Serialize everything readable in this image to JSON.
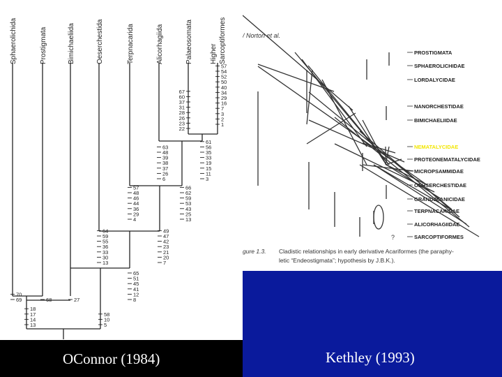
{
  "left_panel": {
    "taxa": [
      "Sphaerolichida",
      "Prostigmata",
      "Bimichaeliida",
      "Oeserchestida",
      "Terpnacarida",
      "Alicorhagiida",
      "Palaeosomata",
      "Higher Sarcoptiformes"
    ],
    "node_characters": {
      "root": [
        "18",
        "17",
        "14",
        "13"
      ],
      "oes_base": [
        "58",
        "10",
        "5"
      ],
      "sph": [
        "70",
        "69"
      ],
      "pro": [
        "68"
      ],
      "bim": [
        "27"
      ],
      "n_a": [
        "65",
        "51",
        "45",
        "41",
        "12",
        "8"
      ],
      "oes": [
        "64",
        "59",
        "55",
        "36",
        "33",
        "30",
        "13"
      ],
      "n_b": [
        "49",
        "47",
        "42",
        "23",
        "21",
        "20",
        "7"
      ],
      "ter": [
        "57",
        "48",
        "46",
        "44",
        "36",
        "29",
        "4"
      ],
      "n_c": [
        "66",
        "62",
        "59",
        "53",
        "43",
        "25",
        "13"
      ],
      "ali": [
        "63",
        "48",
        "39",
        "38",
        "37",
        "26",
        "6"
      ],
      "n_d": [
        "61",
        "56",
        "35",
        "33",
        "19",
        "15",
        "11",
        "3"
      ],
      "pal": [
        "67",
        "60",
        "37",
        "31",
        "28",
        "26",
        "23",
        "22"
      ],
      "sar": [
        "57",
        "54",
        "52",
        "50",
        "40",
        "34",
        "29",
        "16",
        "7",
        "3",
        "2",
        "1"
      ]
    }
  },
  "right_panel": {
    "header": "/ Norton et al.",
    "taxa": [
      "PROSTIGMATA",
      "SPHAEROLICHIDAE",
      "LORDALYCIDAE",
      "NANORCHESTIDAE",
      "BIMICHAELIIDAE",
      "NEMATALYCIDAE",
      "PROTEONEMATALYCIDAE",
      "MICROPSAMMIDAE",
      "OEHSERCHESTIDAE",
      "GRANDJEANICIDAE",
      "TERPNACARIDAE",
      "ALICORHAGIIDAE",
      "SARCOPTIFORMES"
    ],
    "highlight_color": "#f2e600",
    "question_mark": "?",
    "figure_label": "gure 1.3.",
    "figure_caption": "Cladistic relationships in early derivative Acariformes (the paraphy-letic “Endeostigmata”; hypothesis by J.B.K.)."
  },
  "captions": {
    "left": "OConnor (1984)",
    "right": "Kethley (1993)"
  }
}
